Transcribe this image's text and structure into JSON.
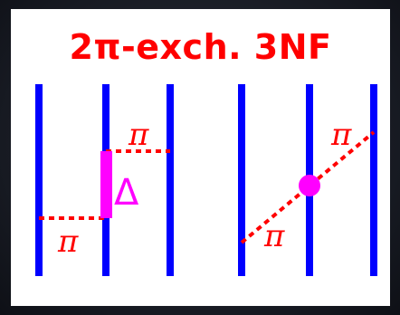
{
  "title": "2π-exch. 3NF",
  "labels": {
    "pi_top_left": "π",
    "pi_bottom_left": "π",
    "delta": "Δ",
    "pi_top_right": "π",
    "pi_bottom_right": "π"
  },
  "colors": {
    "nucleon": "#0000ff",
    "pion": "#ff0000",
    "delta": "#ff00ff",
    "label": "#ff0000",
    "background": "#ffffff"
  }
}
